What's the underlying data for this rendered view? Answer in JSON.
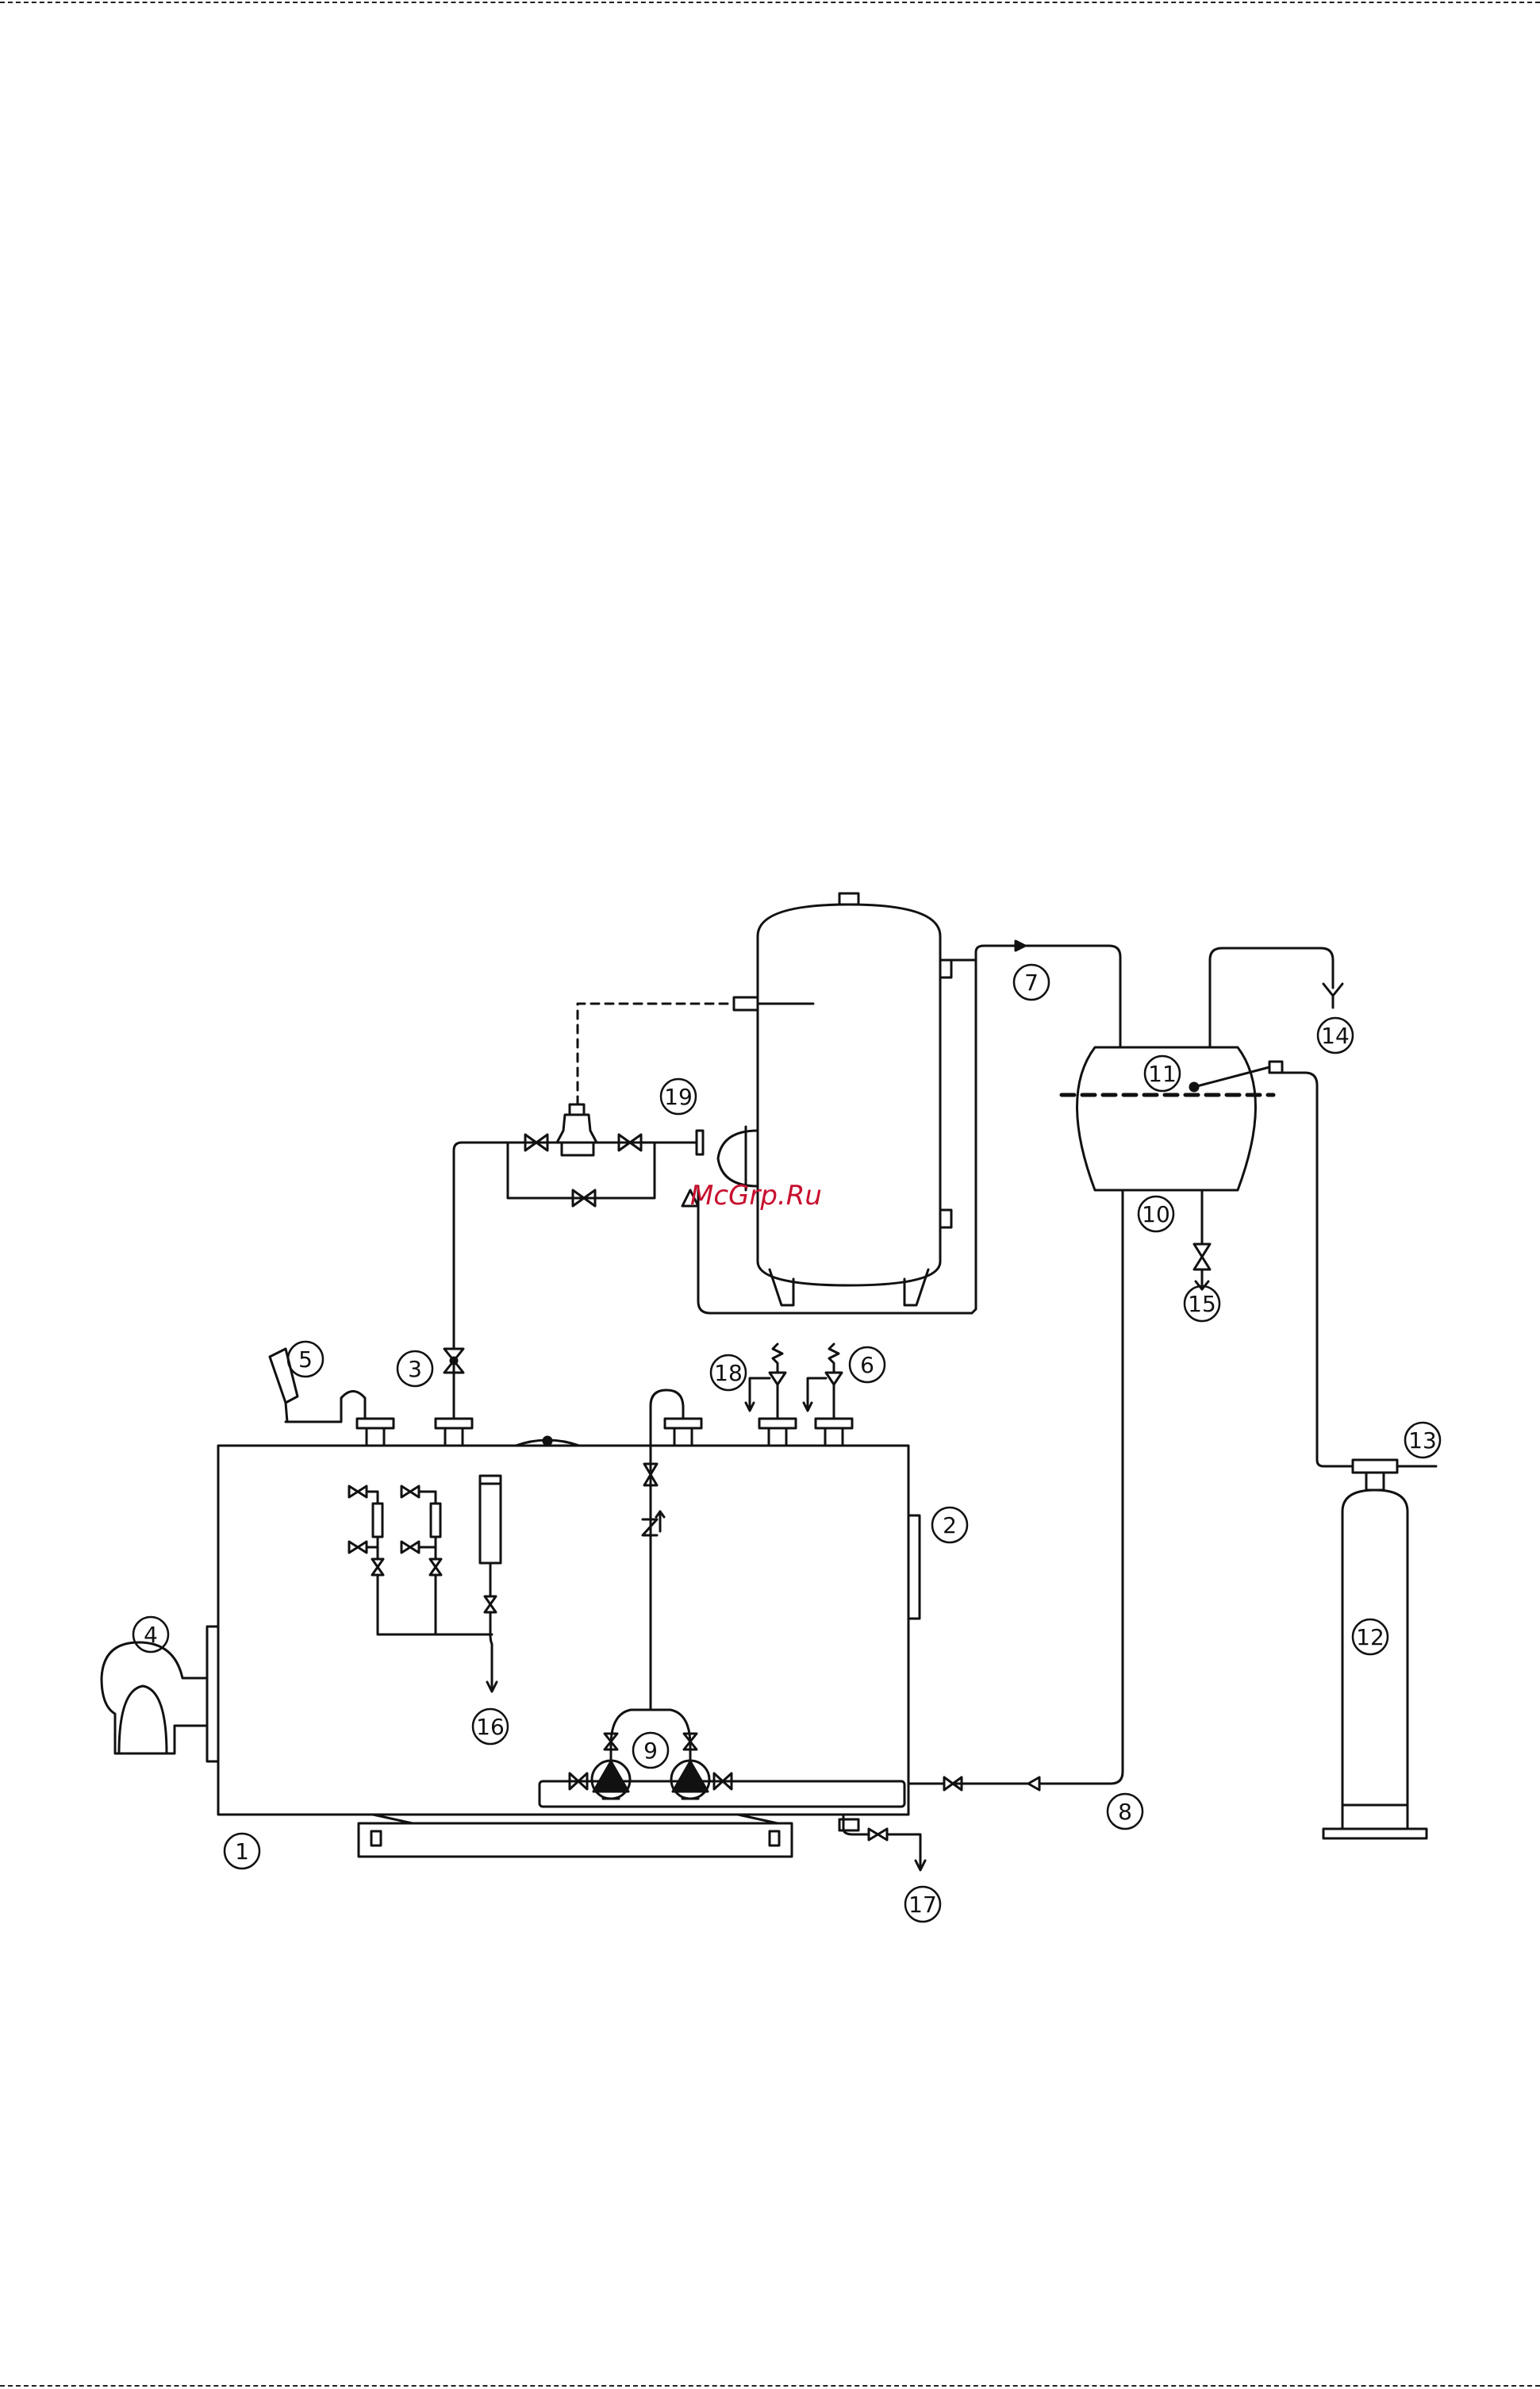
{
  "page": {
    "watermark": "McGrp.Ru",
    "callouts": {
      "c1": "1",
      "c2": "2",
      "c3": "3",
      "c4": "4",
      "c5": "5",
      "c6": "6",
      "c7": "7",
      "c8": "8",
      "c9": "9",
      "c10": "10",
      "c11": "11",
      "c12": "12",
      "c13": "13",
      "c14": "14",
      "c15": "15",
      "c16": "16",
      "c17": "17",
      "c18": "18",
      "c19": "19"
    }
  },
  "colors": {
    "line": "#111111",
    "watermark": "#c8102e",
    "background": "#ffffff"
  }
}
